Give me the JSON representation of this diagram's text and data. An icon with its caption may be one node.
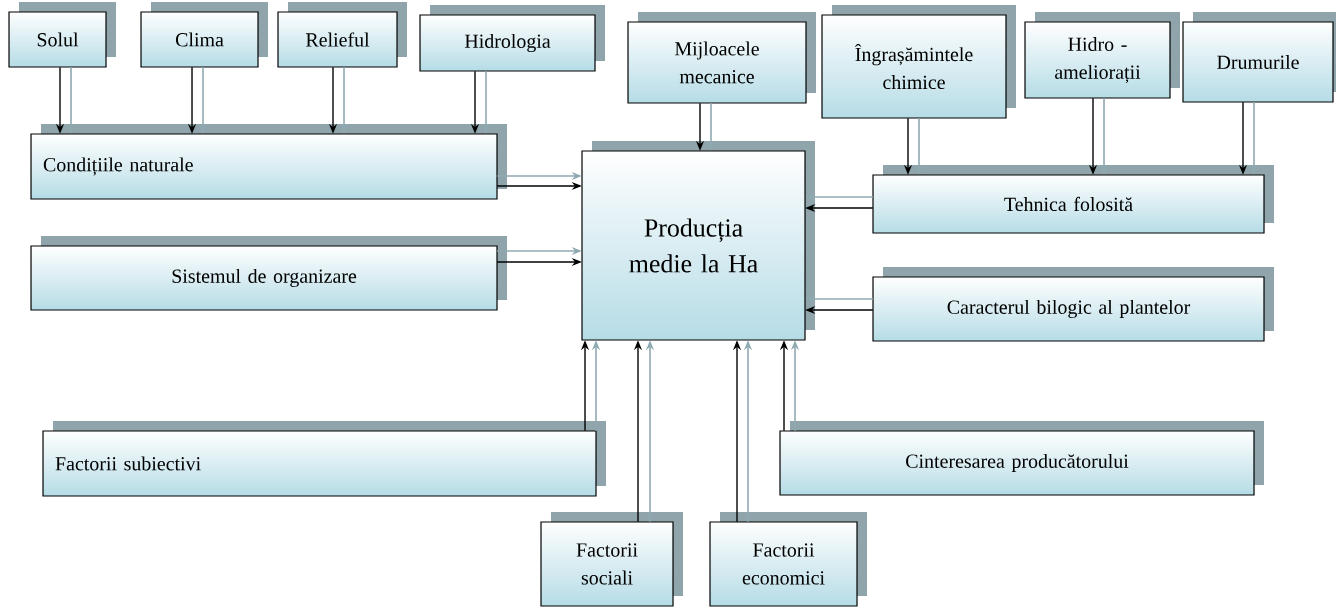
{
  "diagram": {
    "nodes": [
      {
        "text": [
          "Solul"
        ]
      },
      {
        "text": [
          "Clima"
        ]
      },
      {
        "text": [
          "Relieful"
        ]
      },
      {
        "text": [
          "Hidrologia"
        ]
      },
      {
        "text": [
          "Mijloacele mecanice"
        ]
      },
      {
        "text": [
          "Îngrașămintele chimice"
        ]
      },
      {
        "text": [
          "Hidro - ameliorații"
        ]
      },
      {
        "text": [
          "Drumurile"
        ]
      },
      {
        "text": [
          "Condițiile naturale"
        ]
      },
      {
        "text": [
          "Producția medie la Ha"
        ]
      },
      {
        "text": [
          "Tehnica folosită"
        ]
      },
      {
        "text": [
          "Sistemul de organizare"
        ]
      },
      {
        "text": [
          "Caracterul bilogic al plantelor"
        ]
      },
      {
        "text": [
          "Factorii subiectivi"
        ]
      },
      {
        "text": [
          "Cinteresarea producătorului"
        ]
      },
      {
        "text": [
          "Factorii sociali"
        ]
      },
      {
        "text": [
          "Factorii economici"
        ]
      }
    ],
    "edges": [
      {
        "from": 0,
        "to": 8,
        "arrow": "to"
      },
      {
        "from": 0,
        "to": 8,
        "arrow": "to",
        "color": "#8fa9b1"
      },
      {
        "from": 1,
        "to": 8,
        "arrow": "to"
      },
      {
        "from": 1,
        "to": 8,
        "arrow": "to",
        "color": "#8fa9b1"
      },
      {
        "from": 2,
        "to": 8,
        "arrow": "to"
      },
      {
        "from": 2,
        "to": 8,
        "arrow": "to",
        "color": "#8fa9b1"
      },
      {
        "from": 3,
        "to": 8,
        "arrow": "to"
      },
      {
        "from": 3,
        "to": 8,
        "arrow": "to",
        "color": "#8fa9b1"
      },
      {
        "from": 4,
        "to": 9,
        "arrow": "to"
      },
      {
        "from": 4,
        "to": 9,
        "arrow": "to",
        "color": "#8fa9b1"
      },
      {
        "from": 5,
        "to": 10,
        "arrow": "to"
      },
      {
        "from": 5,
        "to": 10,
        "arrow": "to",
        "color": "#8fa9b1"
      },
      {
        "from": 6,
        "to": 10,
        "arrow": "to"
      },
      {
        "from": 6,
        "to": 10,
        "arrow": "to",
        "color": "#8fa9b1"
      },
      {
        "from": 7,
        "to": 10,
        "arrow": "to"
      },
      {
        "from": 7,
        "to": 10,
        "arrow": "to",
        "color": "#8fa9b1"
      },
      {
        "from": 8,
        "to": 9,
        "arrow": "to"
      },
      {
        "from": 8,
        "to": 9,
        "arrow": "to",
        "color": "#8fa9b1"
      },
      {
        "from": 11,
        "to": 9,
        "arrow": "to"
      },
      {
        "from": 11,
        "to": 9,
        "arrow": "to",
        "color": "#8fa9b1"
      },
      {
        "from": 10,
        "to": 9,
        "arrow": "to"
      },
      {
        "from": 10,
        "to": 9,
        "arrow": "to",
        "color": "#8fa9b1"
      },
      {
        "from": 12,
        "to": 9,
        "arrow": "to"
      },
      {
        "from": 12,
        "to": 9,
        "arrow": "to",
        "color": "#8fa9b1"
      },
      {
        "from": 13,
        "to": 9,
        "arrow": "to"
      },
      {
        "from": 13,
        "to": 9,
        "arrow": "to",
        "color": "#8fa9b1"
      },
      {
        "from": 15,
        "to": 9,
        "arrow": "to"
      },
      {
        "from": 15,
        "to": 9,
        "arrow": "to",
        "color": "#8fa9b1"
      },
      {
        "from": 16,
        "to": 9,
        "arrow": "to"
      },
      {
        "from": 16,
        "to": 9,
        "arrow": "to",
        "color": "#8fa9b1"
      },
      {
        "from": 14,
        "to": 9,
        "arrow": "to"
      },
      {
        "from": 14,
        "to": 9,
        "arrow": "to",
        "color": "#8fa9b1"
      }
    ]
  }
}
